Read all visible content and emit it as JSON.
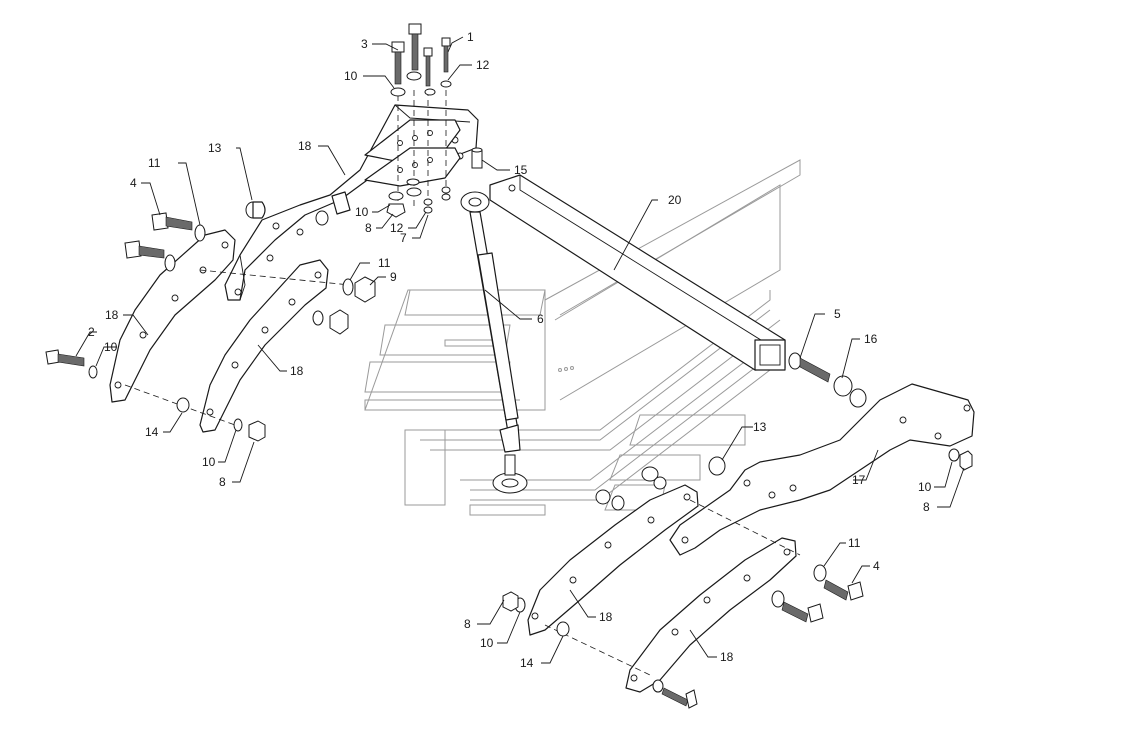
{
  "callouts": {
    "c1": "1",
    "c2": "2",
    "c3": "3",
    "c4a": "4",
    "c4b": "4",
    "c5": "5",
    "c6": "6",
    "c7": "7",
    "c8a": "8",
    "c8b": "8",
    "c8c": "8",
    "c8d": "8",
    "c9": "9",
    "c10a": "10",
    "c10b": "10",
    "c10c": "10",
    "c10d": "10",
    "c10e": "10",
    "c10f": "10",
    "c11a": "11",
    "c11b": "11",
    "c11c": "11",
    "c12a": "12",
    "c12b": "12",
    "c13a": "13",
    "c13b": "13",
    "c14a": "14",
    "c14b": "14",
    "c15": "15",
    "c16": "16",
    "c17": "17",
    "c18a": "18",
    "c18b": "18",
    "c18c": "18",
    "c18d": "18",
    "c18e": "18",
    "c20": "20"
  },
  "colors": {
    "line": "#1a1a1a",
    "ghost": "#9a9a9a",
    "background": "#ffffff",
    "thread": "#6a6a6a"
  }
}
